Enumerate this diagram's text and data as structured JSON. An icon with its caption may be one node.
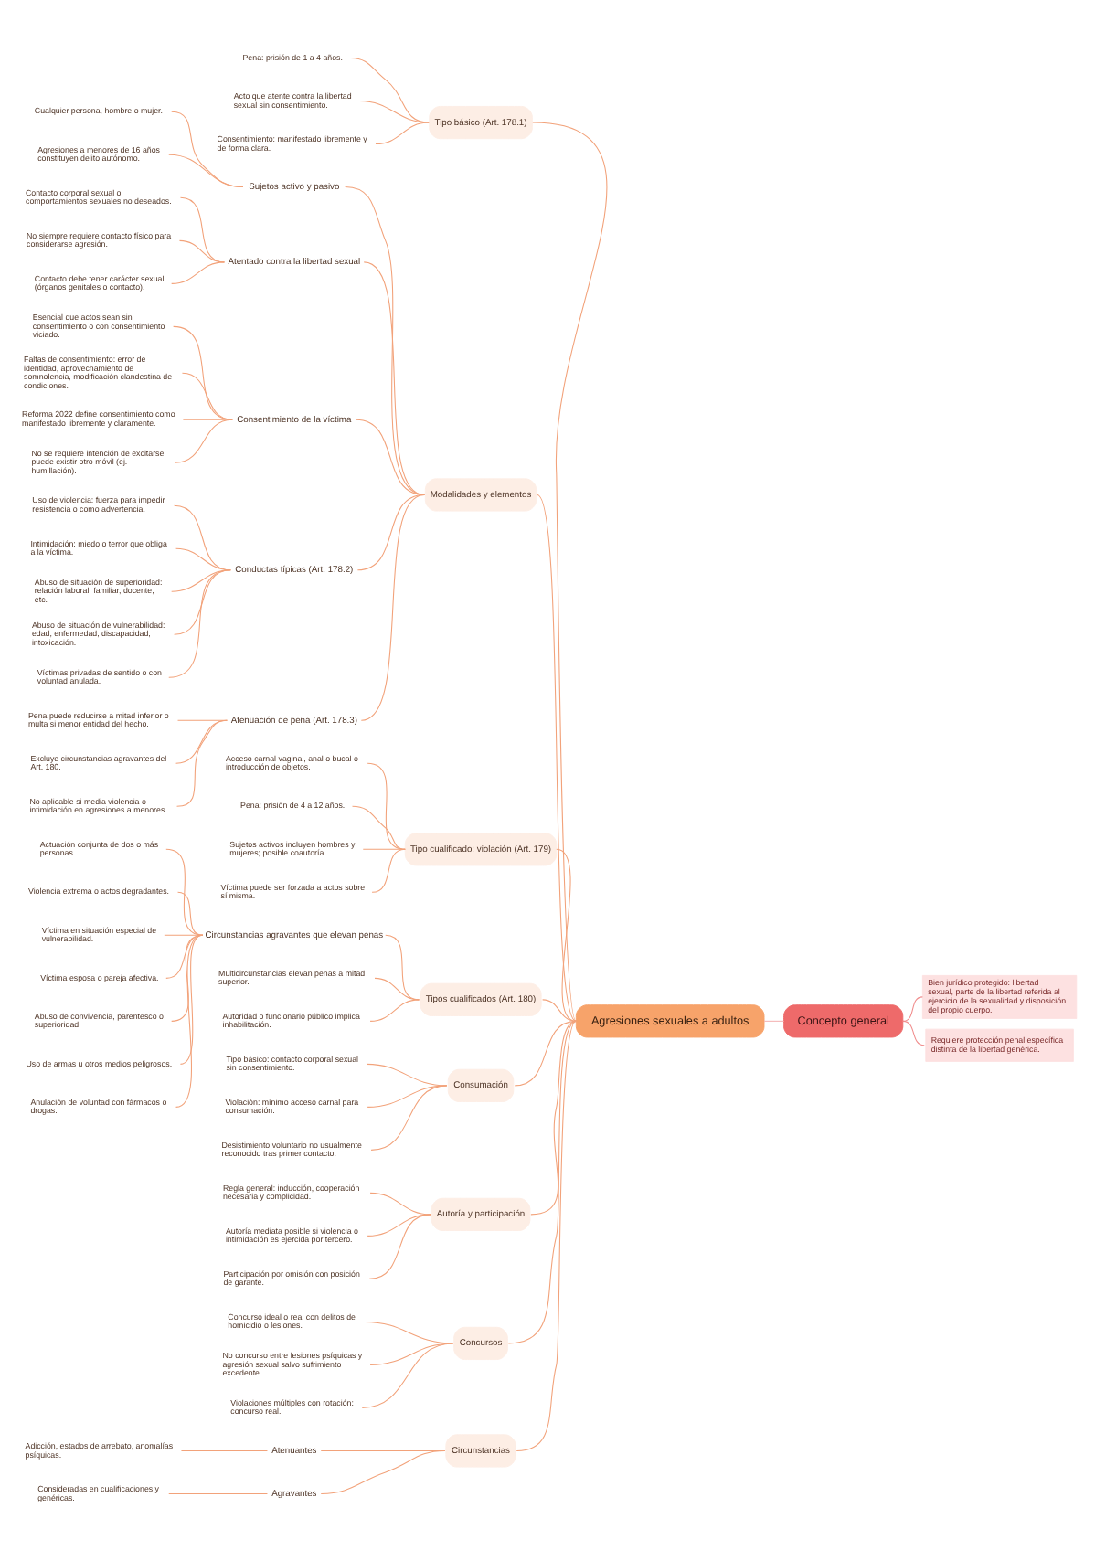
{
  "diagram": {
    "nodes": [
      {
        "text": [
          "Agresiones sexuales a adultos"
        ]
      },
      {
        "text": [
          "Concepto general"
        ]
      },
      {
        "text": [
          "Bien jurídico protegido: libertad sexual, parte de la libertad referida al ejercicio de la sexualidad y disposición del propio cuerpo."
        ]
      },
      {
        "text": [
          "Requiere protección penal específica distinta de la libertad genérica."
        ]
      },
      {
        "text": [
          "Tipo básico (Art. 178.1)"
        ]
      },
      {
        "text": [
          "Pena: prisión de 1 a 4 años."
        ]
      },
      {
        "text": [
          "Acto que atente contra la libertad sexual sin consentimiento."
        ]
      },
      {
        "text": [
          "Consentimiento: manifestado libremente y de forma clara."
        ]
      },
      {
        "text": [
          "Modalidades y elementos"
        ]
      },
      {
        "text": [
          "Sujetos activo y pasivo"
        ]
      },
      {
        "text": [
          "Cualquier persona, hombre o mujer."
        ]
      },
      {
        "text": [
          "Agresiones a menores de 16 años constituyen delito autónomo."
        ]
      },
      {
        "text": [
          "Atentado contra la libertad sexual"
        ]
      },
      {
        "text": [
          "Contacto corporal sexual o comportamientos sexuales no deseados."
        ]
      },
      {
        "text": [
          "No siempre requiere contacto físico para considerarse agresión."
        ]
      },
      {
        "text": [
          "Contacto debe tener carácter sexual (órganos genitales o contacto)."
        ]
      },
      {
        "text": [
          "Consentimiento de la víctima"
        ]
      },
      {
        "text": [
          "Esencial que actos sean sin consentimiento o con consentimiento viciado."
        ]
      },
      {
        "text": [
          "Faltas de consentimiento: error de identidad, aprovechamiento de somnolencia, modificación clandestina de condiciones."
        ]
      },
      {
        "text": [
          "Reforma 2022 define consentimiento como manifestado libremente y claramente."
        ]
      },
      {
        "text": [
          "No se requiere intención de excitarse; puede existir otro móvil (ej. humillación)."
        ]
      },
      {
        "text": [
          "Conductas típicas (Art. 178.2)"
        ]
      },
      {
        "text": [
          "Uso de violencia: fuerza para impedir resistencia o como advertencia."
        ]
      },
      {
        "text": [
          "Intimidación: miedo o terror que obliga a la víctima."
        ]
      },
      {
        "text": [
          "Abuso de situación de superioridad: relación laboral, familiar, docente, etc."
        ]
      },
      {
        "text": [
          "Abuso de situación de vulnerabilidad: edad, enfermedad, discapacidad, intoxicación."
        ]
      },
      {
        "text": [
          "Víctimas privadas de sentido o con voluntad anulada."
        ]
      },
      {
        "text": [
          "Atenuación de pena (Art. 178.3)"
        ]
      },
      {
        "text": [
          "Pena puede reducirse a mitad inferior o multa si menor entidad del hecho."
        ]
      },
      {
        "text": [
          "Excluye circunstancias agravantes del Art. 180."
        ]
      },
      {
        "text": [
          "No aplicable si media violencia o intimidación en agresiones a menores."
        ]
      },
      {
        "text": [
          "Tipo cualificado: violación (Art. 179)"
        ]
      },
      {
        "text": [
          "Acceso carnal vaginal, anal o bucal o introducción de objetos."
        ]
      },
      {
        "text": [
          "Pena: prisión de 4 a 12 años."
        ]
      },
      {
        "text": [
          "Sujetos activos incluyen hombres y mujeres; posible coautoría."
        ]
      },
      {
        "text": [
          "Víctima puede ser forzada a actos sobre sí misma."
        ]
      },
      {
        "text": [
          "Tipos cualificados (Art. 180)"
        ]
      },
      {
        "text": [
          "Circunstancias agravantes que elevan penas"
        ]
      },
      {
        "text": [
          "Actuación conjunta de dos o más personas."
        ]
      },
      {
        "text": [
          "Violencia extrema o actos degradantes."
        ]
      },
      {
        "text": [
          "Víctima en situación especial de vulnerabilidad."
        ]
      },
      {
        "text": [
          "Víctima esposa o pareja afectiva."
        ]
      },
      {
        "text": [
          "Abuso de convivencia, parentesco o superioridad."
        ]
      },
      {
        "text": [
          "Uso de armas u otros medios peligrosos."
        ]
      },
      {
        "text": [
          "Anulación de voluntad con fármacos o drogas."
        ]
      },
      {
        "text": [
          "Multicircunstancias elevan penas a mitad superior."
        ]
      },
      {
        "text": [
          "Autoridad o funcionario público implica inhabilitación."
        ]
      },
      {
        "text": [
          "Consumación"
        ]
      },
      {
        "text": [
          "Tipo básico: contacto corporal sexual sin consentimiento."
        ]
      },
      {
        "text": [
          "Violación: mínimo acceso carnal para consumación."
        ]
      },
      {
        "text": [
          "Desistimiento voluntario no usualmente reconocido tras primer contacto."
        ]
      },
      {
        "text": [
          "Autoría y participación"
        ]
      },
      {
        "text": [
          "Regla general: inducción, cooperación necesaria y complicidad."
        ]
      },
      {
        "text": [
          "Autoría mediata posible si violencia o intimidación es ejercida por tercero."
        ]
      },
      {
        "text": [
          "Participación por omisión con posición de garante."
        ]
      },
      {
        "text": [
          "Concursos"
        ]
      },
      {
        "text": [
          "Concurso ideal o real con delitos de homicidio o lesiones."
        ]
      },
      {
        "text": [
          "No concurso entre lesiones psíquicas y agresión sexual salvo sufrimiento excedente."
        ]
      },
      {
        "text": [
          "Violaciones múltiples con rotación: concurso real."
        ]
      },
      {
        "text": [
          "Circunstancias"
        ]
      },
      {
        "text": [
          "Atenuantes"
        ]
      },
      {
        "text": [
          "Adicción, estados de arrebato, anomalías psíquicas."
        ]
      },
      {
        "text": [
          "Agravantes"
        ]
      },
      {
        "text": [
          "Consideradas en cualificaciones y genéricas."
        ]
      }
    ],
    "edges": [
      {
        "from": 1,
        "to": 0,
        "arrow": "none",
        "color": "#f4b4b4"
      },
      {
        "from": 2,
        "to": 1,
        "arrow": "none",
        "color": "#f08c8c"
      },
      {
        "from": 3,
        "to": 1,
        "arrow": "none",
        "color": "#f08c8c"
      },
      {
        "from": 0,
        "to": 4,
        "arrow": "none"
      },
      {
        "from": 4,
        "to": 5,
        "arrow": "none"
      },
      {
        "from": 4,
        "to": 6,
        "arrow": "none"
      },
      {
        "from": 4,
        "to": 7,
        "arrow": "none"
      },
      {
        "from": 0,
        "to": 8,
        "arrow": "none"
      },
      {
        "from": 8,
        "to": 9,
        "arrow": "none"
      },
      {
        "from": 9,
        "to": 10,
        "arrow": "none"
      },
      {
        "from": 9,
        "to": 11,
        "arrow": "none"
      },
      {
        "from": 8,
        "to": 12,
        "arrow": "none"
      },
      {
        "from": 12,
        "to": 13,
        "arrow": "none"
      },
      {
        "from": 12,
        "to": 14,
        "arrow": "none"
      },
      {
        "from": 12,
        "to": 15,
        "arrow": "none"
      },
      {
        "from": 8,
        "to": 16,
        "arrow": "none"
      },
      {
        "from": 16,
        "to": 17,
        "arrow": "none"
      },
      {
        "from": 16,
        "to": 18,
        "arrow": "none"
      },
      {
        "from": 16,
        "to": 19,
        "arrow": "none"
      },
      {
        "from": 16,
        "to": 20,
        "arrow": "none"
      },
      {
        "from": 8,
        "to": 21,
        "arrow": "none"
      },
      {
        "from": 21,
        "to": 22,
        "arrow": "none"
      },
      {
        "from": 21,
        "to": 23,
        "arrow": "none"
      },
      {
        "from": 21,
        "to": 24,
        "arrow": "none"
      },
      {
        "from": 21,
        "to": 25,
        "arrow": "none"
      },
      {
        "from": 21,
        "to": 26,
        "arrow": "none"
      },
      {
        "from": 8,
        "to": 27,
        "arrow": "none"
      },
      {
        "from": 27,
        "to": 28,
        "arrow": "none"
      },
      {
        "from": 27,
        "to": 29,
        "arrow": "none"
      },
      {
        "from": 27,
        "to": 30,
        "arrow": "none"
      },
      {
        "from": 0,
        "to": 31,
        "arrow": "none"
      },
      {
        "from": 31,
        "to": 32,
        "arrow": "none"
      },
      {
        "from": 31,
        "to": 33,
        "arrow": "none"
      },
      {
        "from": 31,
        "to": 34,
        "arrow": "none"
      },
      {
        "from": 31,
        "to": 35,
        "arrow": "none"
      },
      {
        "from": 0,
        "to": 36,
        "arrow": "none"
      },
      {
        "from": 36,
        "to": 37,
        "arrow": "none"
      },
      {
        "from": 37,
        "to": 38,
        "arrow": "none"
      },
      {
        "from": 37,
        "to": 39,
        "arrow": "none"
      },
      {
        "from": 37,
        "to": 40,
        "arrow": "none"
      },
      {
        "from": 37,
        "to": 41,
        "arrow": "none"
      },
      {
        "from": 37,
        "to": 42,
        "arrow": "none"
      },
      {
        "from": 37,
        "to": 43,
        "arrow": "none"
      },
      {
        "from": 37,
        "to": 44,
        "arrow": "none"
      },
      {
        "from": 36,
        "to": 45,
        "arrow": "none"
      },
      {
        "from": 36,
        "to": 46,
        "arrow": "none"
      },
      {
        "from": 0,
        "to": 47,
        "arrow": "none"
      },
      {
        "from": 47,
        "to": 48,
        "arrow": "none"
      },
      {
        "from": 47,
        "to": 49,
        "arrow": "none"
      },
      {
        "from": 47,
        "to": 50,
        "arrow": "none"
      },
      {
        "from": 0,
        "to": 51,
        "arrow": "none"
      },
      {
        "from": 51,
        "to": 52,
        "arrow": "none"
      },
      {
        "from": 51,
        "to": 53,
        "arrow": "none"
      },
      {
        "from": 51,
        "to": 54,
        "arrow": "none"
      },
      {
        "from": 0,
        "to": 55,
        "arrow": "none"
      },
      {
        "from": 55,
        "to": 56,
        "arrow": "none"
      },
      {
        "from": 55,
        "to": 57,
        "arrow": "none"
      },
      {
        "from": 55,
        "to": 58,
        "arrow": "none"
      },
      {
        "from": 0,
        "to": 59,
        "arrow": "none"
      },
      {
        "from": 59,
        "to": 60,
        "arrow": "none"
      },
      {
        "from": 60,
        "to": 61,
        "arrow": "none"
      },
      {
        "from": 59,
        "to": 62,
        "arrow": "none"
      },
      {
        "from": 62,
        "to": 63,
        "arrow": "none"
      }
    ]
  }
}
